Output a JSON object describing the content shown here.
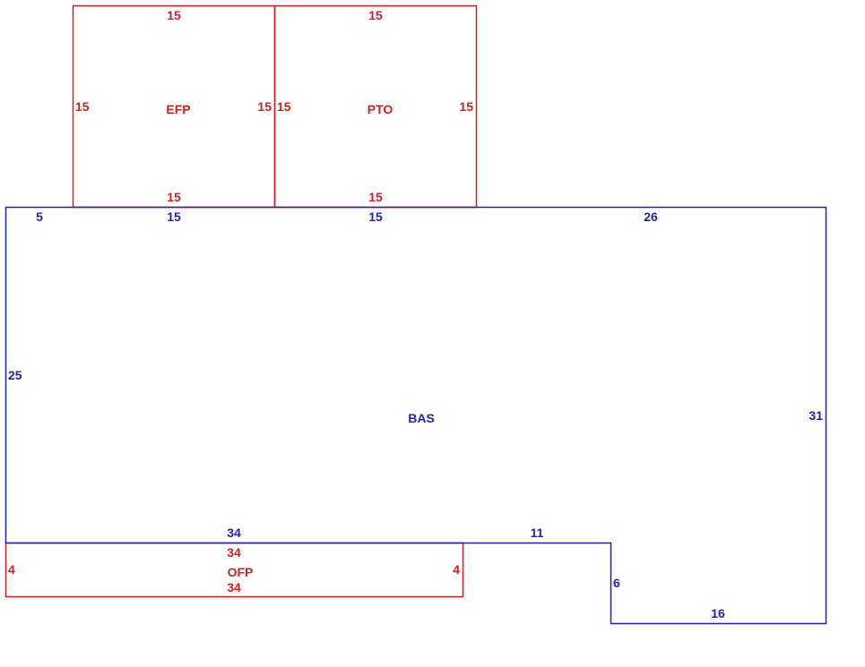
{
  "colors": {
    "main": "#1f1fc8",
    "additions": "#d21f1f",
    "background": "#ffffff"
  },
  "areas": {
    "bas": {
      "label": "BAS",
      "sides": {
        "left": "25",
        "top_segment_1": "5",
        "top_segment_2": "15",
        "top_segment_3": "15",
        "top_segment_4": "26",
        "right": "31",
        "bottom_right": "16",
        "step_vertical": "6",
        "step_horizontal": "11",
        "bottom_left": "34"
      }
    },
    "efp": {
      "label": "EFP",
      "sides": {
        "top": "15",
        "left": "15",
        "right": "15",
        "bottom": "15"
      }
    },
    "pto": {
      "label": "PTO",
      "sides": {
        "top": "15",
        "left": "15",
        "right": "15",
        "bottom": "15"
      }
    },
    "ofp": {
      "label": "OFP",
      "sides": {
        "top": "34",
        "left": "4",
        "right": "4",
        "bottom": "34"
      }
    }
  }
}
